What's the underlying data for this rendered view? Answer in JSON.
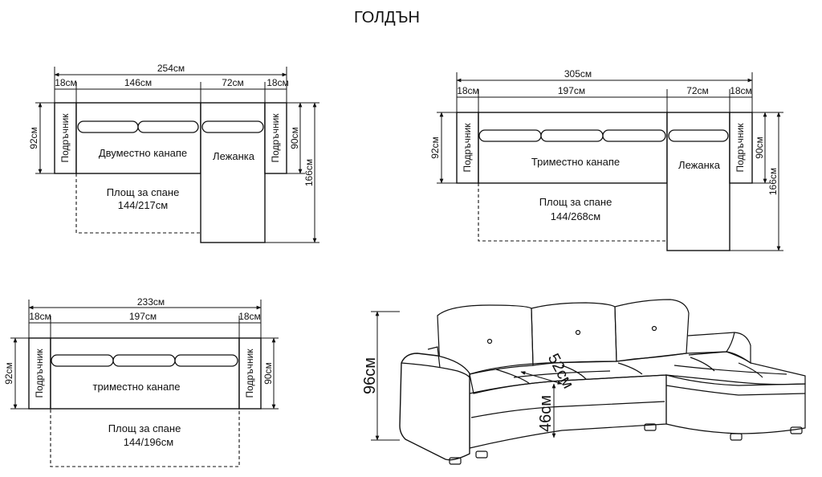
{
  "title": "ГОЛДЪН",
  "diagram1": {
    "total_width": "254см",
    "armrest_left": "18см",
    "sofa_width": "146см",
    "lounger_width": "72см",
    "armrest_right": "18см",
    "depth_left": "92см",
    "depth_inner": "90см",
    "depth_total": "166см",
    "armrest_label_left": "Подръчник",
    "armrest_label_right": "Подръчник",
    "sofa_label": "Двуместно канапе",
    "lounger_label": "Лежанка",
    "sleep_area_label": "Площ за спане",
    "sleep_area_size": "144/217см"
  },
  "diagram2": {
    "total_width": "305см",
    "armrest_left": "18см",
    "sofa_width": "197см",
    "lounger_width": "72см",
    "armrest_right": "18см",
    "depth_left": "92см",
    "depth_inner": "90см",
    "depth_total": "166см",
    "armrest_label_left": "Подръчник",
    "armrest_label_right": "Подръчник",
    "sofa_label": "Триместно канапе",
    "lounger_label": "Лежанка",
    "sleep_area_label": "Площ за спане",
    "sleep_area_size": "144/268см"
  },
  "diagram3": {
    "total_width": "233см",
    "armrest_left": "18см",
    "sofa_width": "197см",
    "armrest_right": "18см",
    "depth_left": "92см",
    "depth_right": "90см",
    "armrest_label_left": "Подръчник",
    "armrest_label_right": "Подръчник",
    "sofa_label": "триместно канапе",
    "sleep_area_label": "Площ за спане",
    "sleep_area_size": "144/196см"
  },
  "illustration": {
    "height_total": "96см",
    "seat_depth": "52см",
    "seat_height": "46см"
  }
}
